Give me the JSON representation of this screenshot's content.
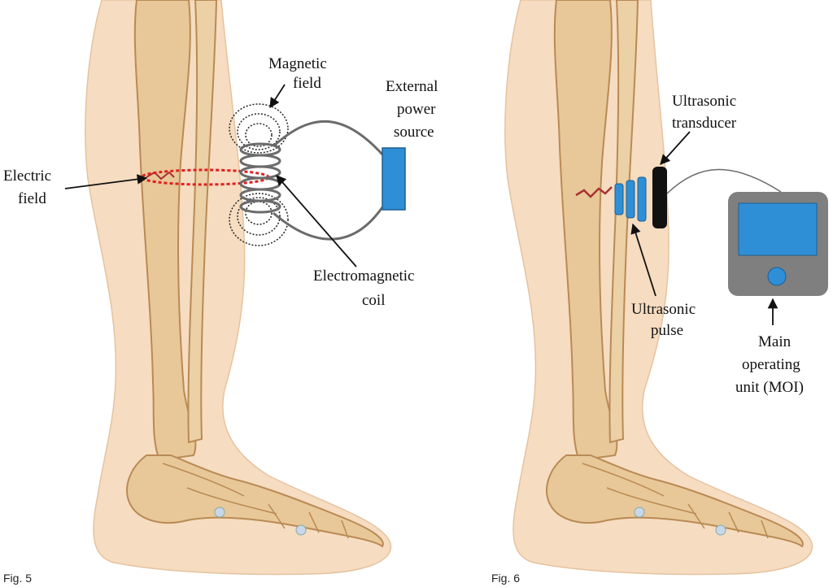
{
  "fig5": {
    "caption": "Fig. 5",
    "labels": {
      "magnetic_field_1": "Magnetic",
      "magnetic_field_2": "field",
      "external_power_1": "External",
      "external_power_2": "power",
      "external_power_3": "source",
      "electric_field_1": "Electric",
      "electric_field_2": "field",
      "em_coil_1": "Electromagnetic",
      "em_coil_2": "coil"
    }
  },
  "fig6": {
    "caption": "Fig. 6",
    "labels": {
      "transducer_1": "Ultrasonic",
      "transducer_2": "transducer",
      "pulse_1": "Ultrasonic",
      "pulse_2": "pulse",
      "moi_1": "Main",
      "moi_2": "operating",
      "moi_3": "unit (MOI)"
    }
  },
  "colors": {
    "skin": "#f6dcc0",
    "bone": "#e8c898",
    "bone_shadow": "#b98a55",
    "device_blue": "#2f8fd6",
    "device_gray": "#7f7f7f",
    "electric_field": "#e02020",
    "fracture": "#a83232"
  }
}
